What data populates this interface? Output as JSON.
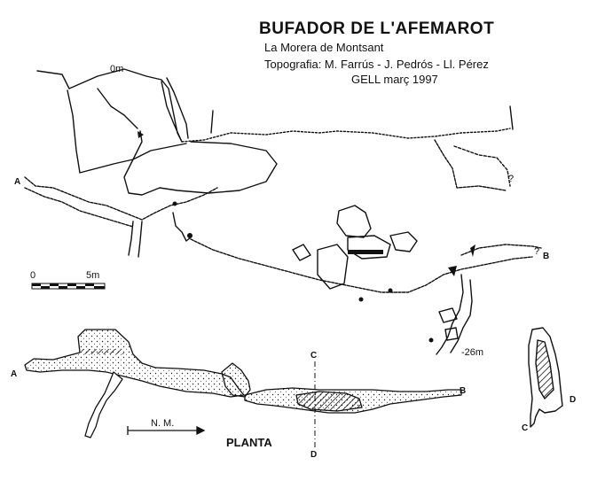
{
  "header": {
    "title": "BUFADOR DE  L'AFEMAROT",
    "location": "La Morera de Montsant",
    "survey": "Topografia: M. Farrús - J. Pedrós - Ll. Pérez",
    "group_date": "GELL  març   1997"
  },
  "section_labels": {
    "depth_top": "0m",
    "depth_bottom": "-26m",
    "point_a": "A",
    "point_b": "B",
    "question_1": "?",
    "question_2": "?"
  },
  "scale_bar": {
    "start": "0",
    "end": "5m"
  },
  "plan_labels": {
    "point_a": "A",
    "point_b": "B",
    "point_c": "C",
    "point_d": "D",
    "north": "N. M.",
    "planta": "PLANTA"
  },
  "cross_section_labels": {
    "point_c": "C",
    "point_d": "D"
  },
  "colors": {
    "ink": "#111111",
    "paper": "#ffffff"
  }
}
